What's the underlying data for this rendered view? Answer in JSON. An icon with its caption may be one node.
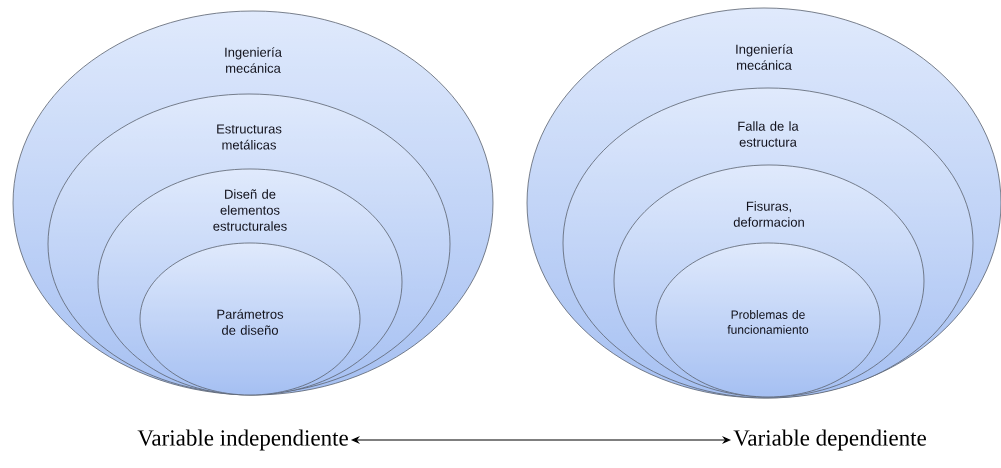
{
  "diagram": {
    "nodes": [
      {
        "text": [
          "Ingeniería mecánica"
        ]
      },
      {
        "text": [
          "Estructuras metálicas"
        ],
        "in": 0
      },
      {
        "text": [
          "Diseñ de elementos estructurales"
        ],
        "in": 1
      },
      {
        "text": [
          "Parámetros de diseño"
        ],
        "in": 2
      },
      {
        "text": [
          "Ingeniería mecánica"
        ]
      },
      {
        "text": [
          "Falla de la estructura"
        ],
        "in": 4
      },
      {
        "text": [
          "Fisuras, deformacion"
        ],
        "in": 5
      },
      {
        "text": [
          "Problemas de funcionamiento"
        ],
        "in": 6
      },
      {
        "text": [
          "Variable independiente"
        ]
      },
      {
        "text": [
          "Variable dependiente"
        ]
      }
    ],
    "edges": [
      {
        "from": 8,
        "to": 9,
        "arrow": "both"
      }
    ]
  }
}
